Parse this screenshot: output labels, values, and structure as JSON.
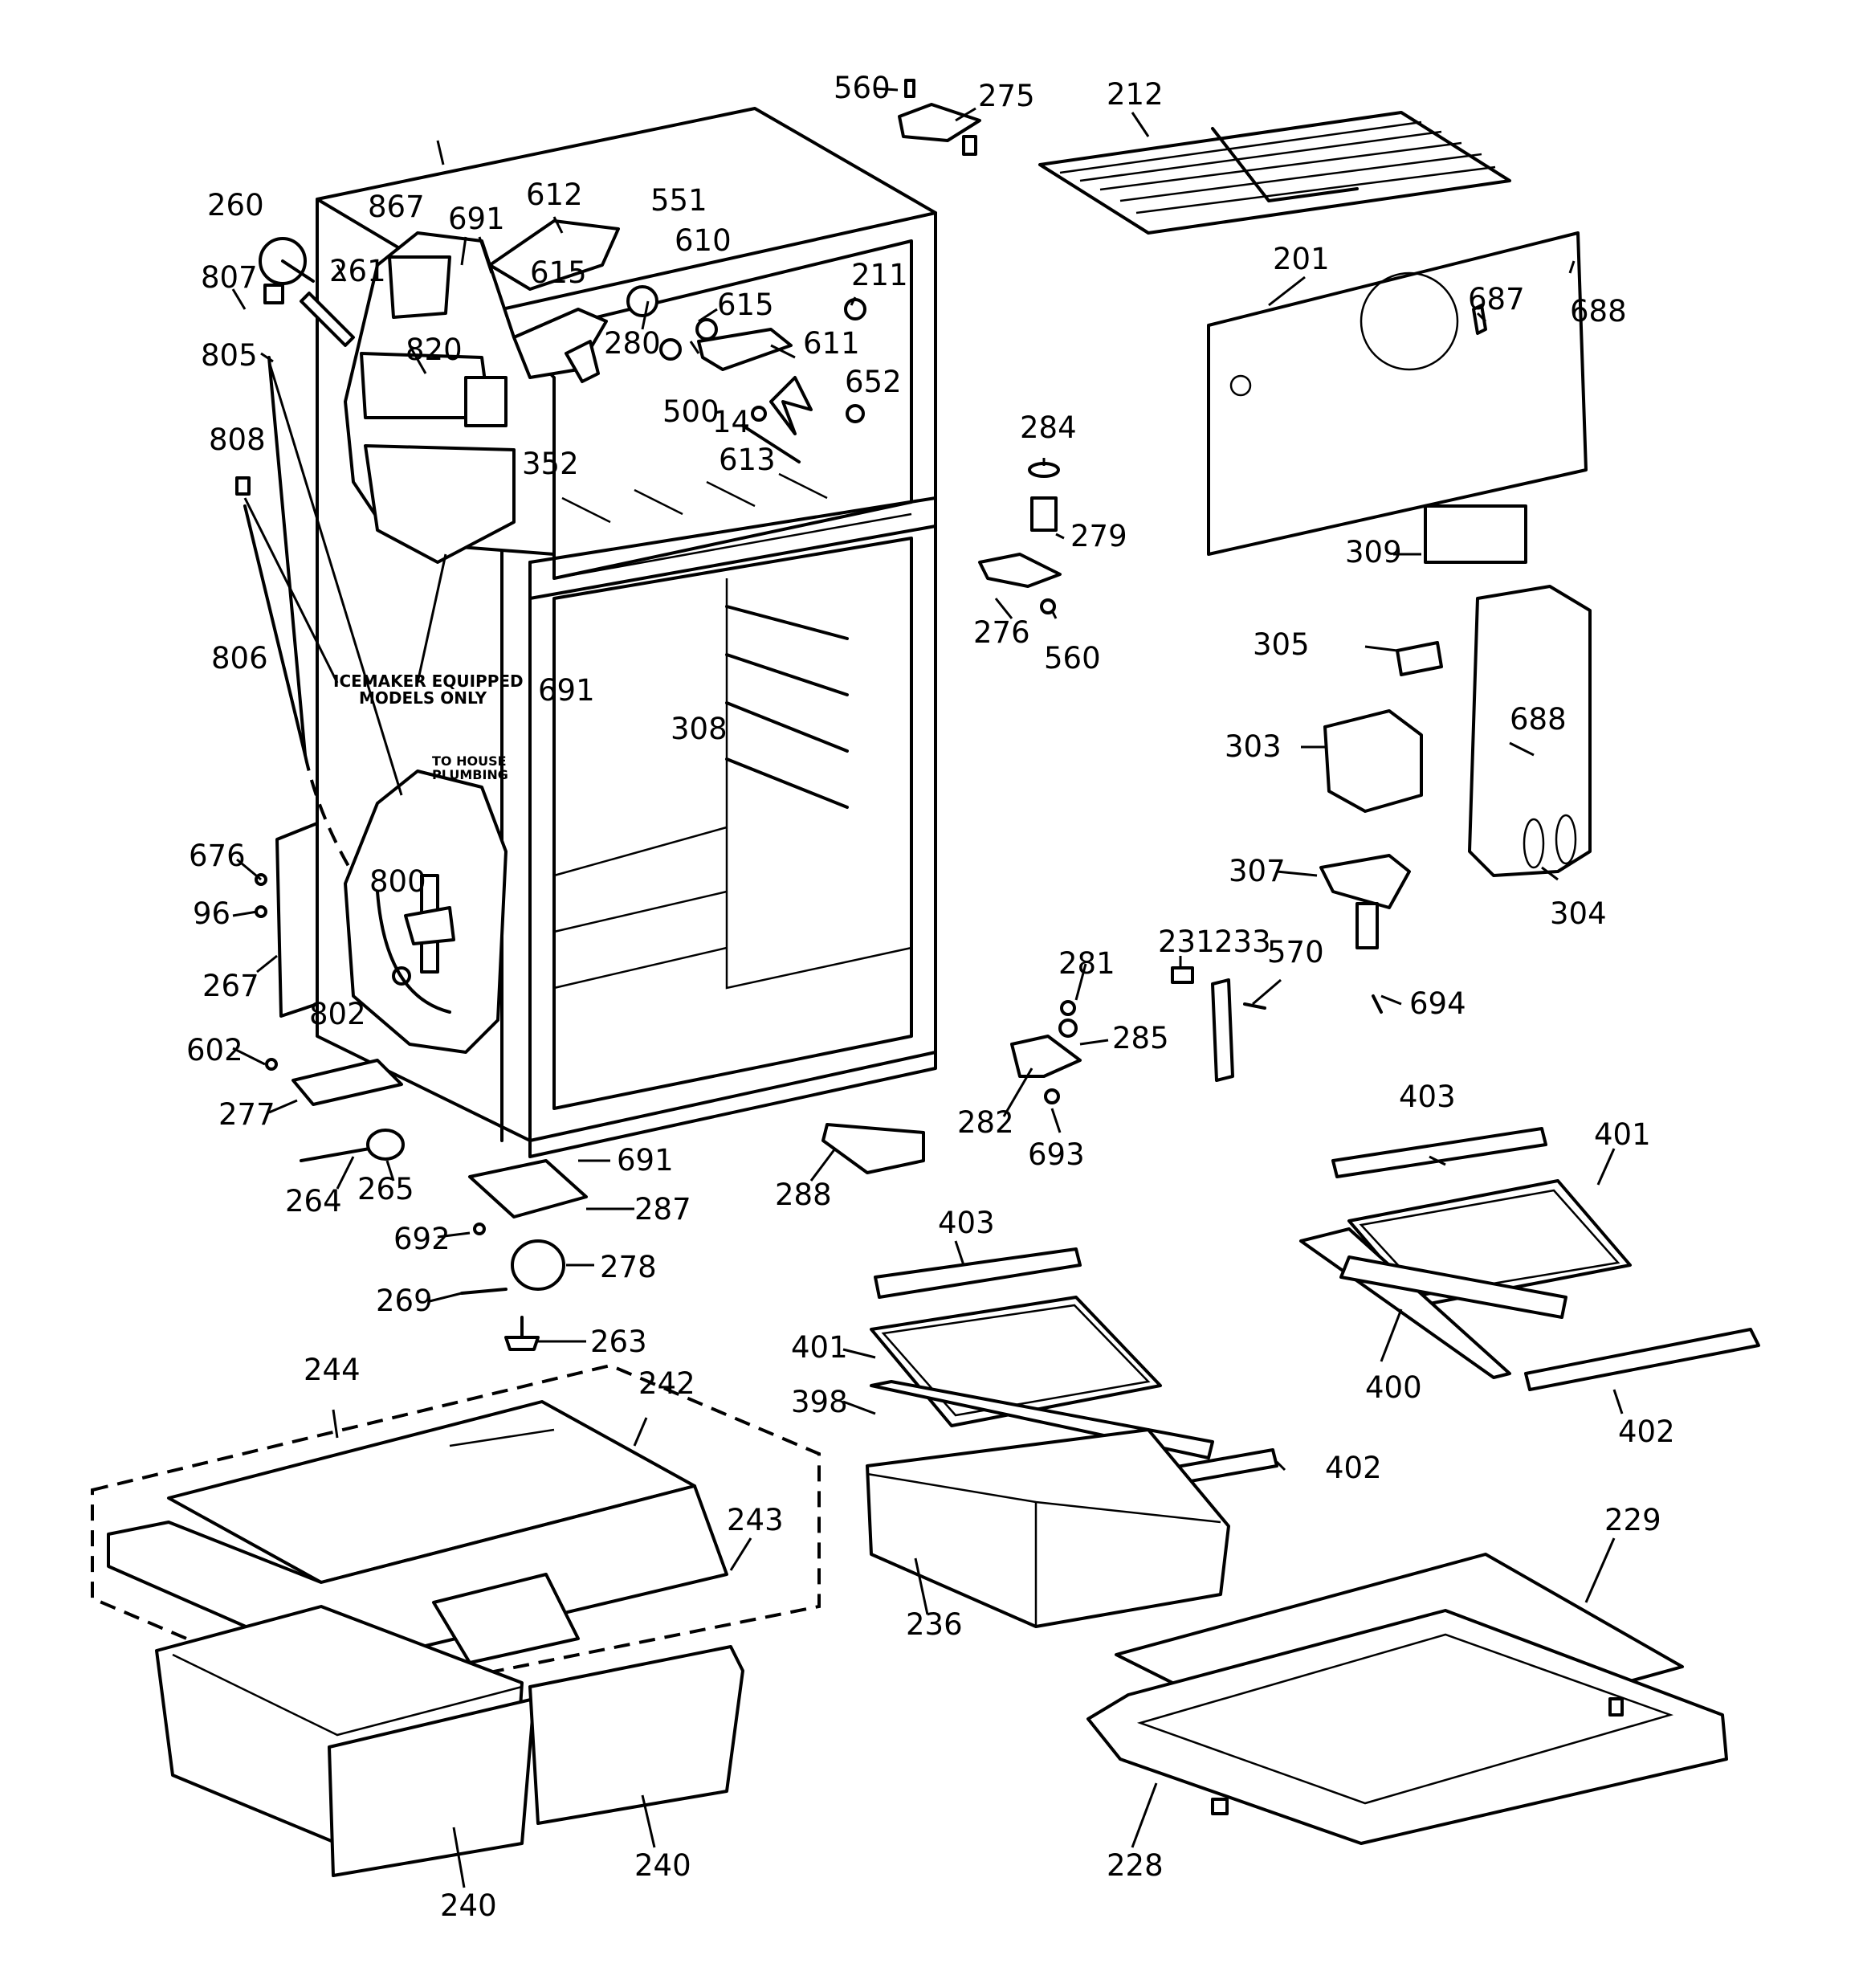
{
  "notes": {
    "icemaker_line1": "ICEMAKER EQUIPPED",
    "icemaker_line2": "MODELS ONLY",
    "plumbing_line1": "TO HOUSE",
    "plumbing_line2": "PLUMBING"
  },
  "labels": {
    "p560a": "560",
    "p275": "275",
    "p212": "212",
    "p260": "260",
    "p867": "867",
    "p691a": "691",
    "p612": "612",
    "p551": "551",
    "p610": "610",
    "p211": "211",
    "p807": "807",
    "p261": "261",
    "p615a": "615",
    "p615b": "615",
    "p280": "280",
    "p611": "611",
    "p820": "820",
    "p805": "805",
    "p500": "500",
    "p14": "14",
    "p652": "652",
    "p613": "613",
    "p201": "201",
    "p687": "687",
    "p688a": "688",
    "p808": "808",
    "p352": "352",
    "p284": "284",
    "p279": "279",
    "p309": "309",
    "p276": "276",
    "p560b": "560",
    "p806": "806",
    "p691b": "691",
    "p308": "308",
    "p305": "305",
    "p303": "303",
    "p688b": "688",
    "p676": "676",
    "p800": "800",
    "p96": "96",
    "p307": "307",
    "p304": "304",
    "p267": "267",
    "p802": "802",
    "p231": "231",
    "p233": "233",
    "p570": "570",
    "p281": "281",
    "p694": "694",
    "p285": "285",
    "p602": "602",
    "p277": "277",
    "p282": "282",
    "p693": "693",
    "p403a": "403",
    "p401a": "401",
    "p691c": "691",
    "p264": "264",
    "p265": "265",
    "p287": "287",
    "p288": "288",
    "p692": "692",
    "p278": "278",
    "p403b": "403",
    "p269": "269",
    "p263": "263",
    "p401b": "401",
    "p400": "400",
    "p402a": "402",
    "p244": "244",
    "p242": "242",
    "p398": "398",
    "p402b": "402",
    "p243": "243",
    "p229": "229",
    "p236": "236",
    "p240a": "240",
    "p240b": "240",
    "p228": "228"
  }
}
